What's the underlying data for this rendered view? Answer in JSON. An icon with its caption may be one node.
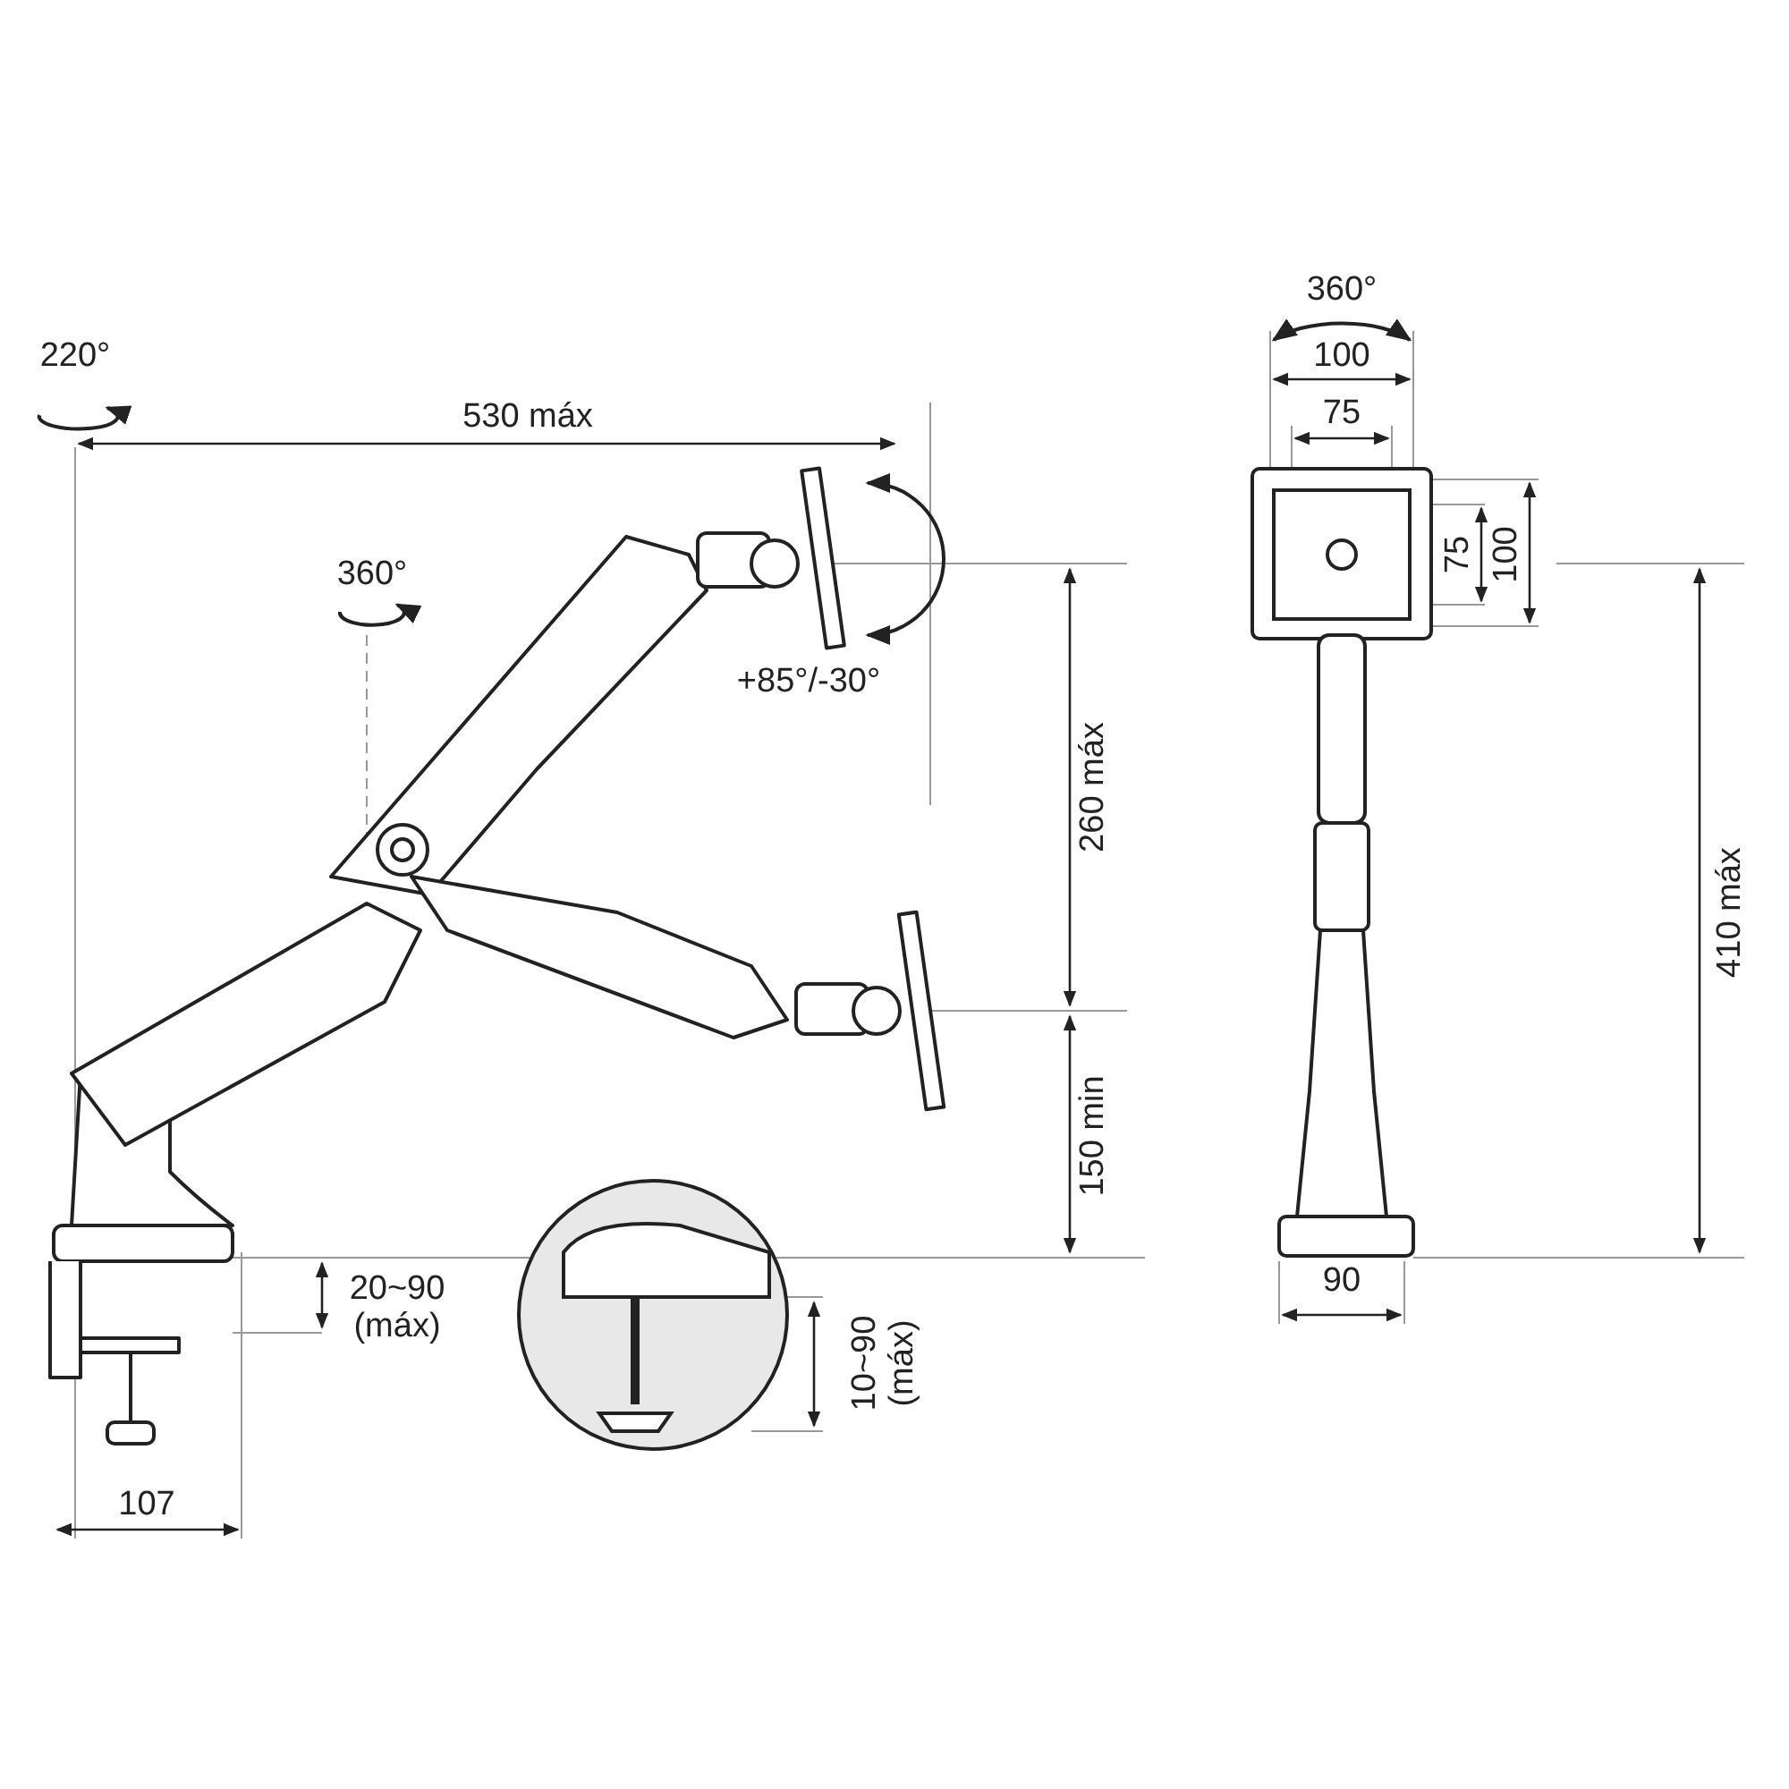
{
  "diagram": {
    "labels": [
      "220°",
      "530 máx",
      "360°",
      "+85°/-30°",
      "260 máx",
      "150 min",
      "20~90 (máx)",
      "10~90 (máx)",
      "107",
      "360°",
      "100",
      "75",
      "75",
      "100",
      "410 máx",
      "90"
    ]
  }
}
